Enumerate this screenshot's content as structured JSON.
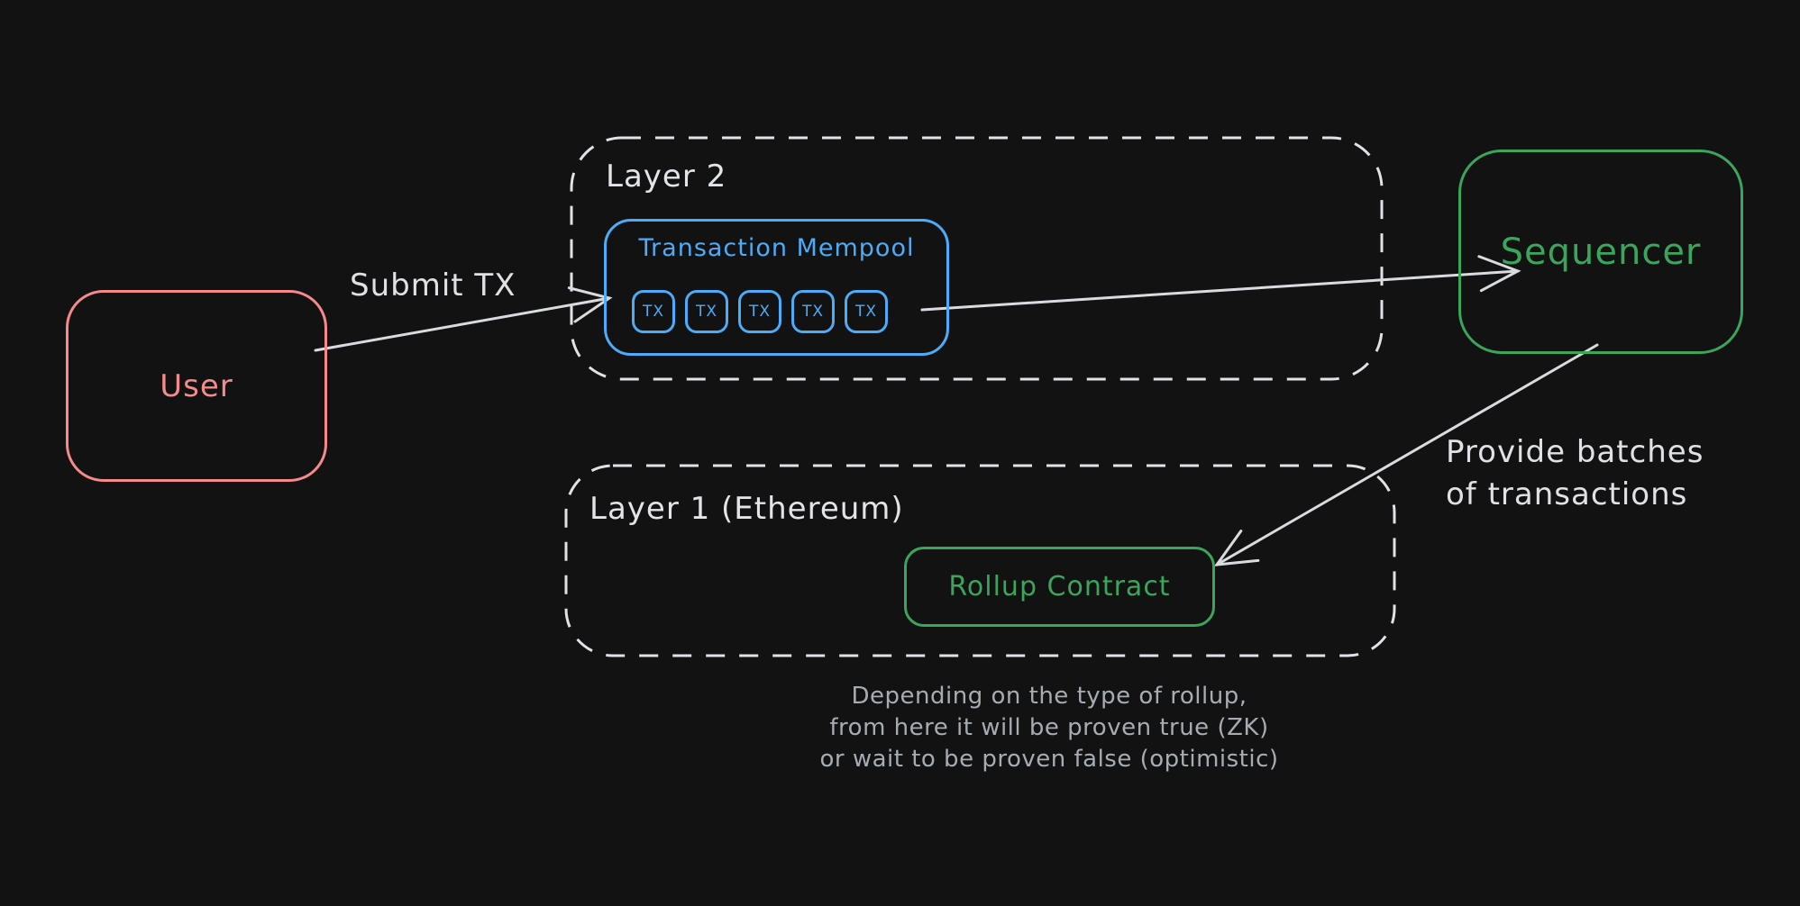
{
  "canvas": {
    "background": "#121212"
  },
  "colors": {
    "user_red": "#f58a8a",
    "mempool_blue": "#4dabf7",
    "green": "#3aa55b",
    "stroke_white": "#d9dbde",
    "caption_gray": "#a6acb2"
  },
  "nodes": {
    "user": {
      "label": "User"
    },
    "mempool": {
      "label": "Transaction Mempool",
      "tx_items": [
        "TX",
        "TX",
        "TX",
        "TX",
        "TX"
      ]
    },
    "sequencer": {
      "label": "Sequencer"
    },
    "rollup_contract": {
      "label": "Rollup Contract"
    }
  },
  "zones": {
    "layer2": {
      "label": "Layer 2"
    },
    "layer1": {
      "label": "Layer 1 (Ethereum)"
    }
  },
  "edges": {
    "submit_tx": {
      "label": "Submit TX"
    },
    "provide_batches": {
      "label": "Provide batches\nof transactions"
    }
  },
  "caption": {
    "text": "Depending on the type of rollup,\nfrom here it will be proven true (ZK)\nor wait to be proven false (optimistic)"
  }
}
